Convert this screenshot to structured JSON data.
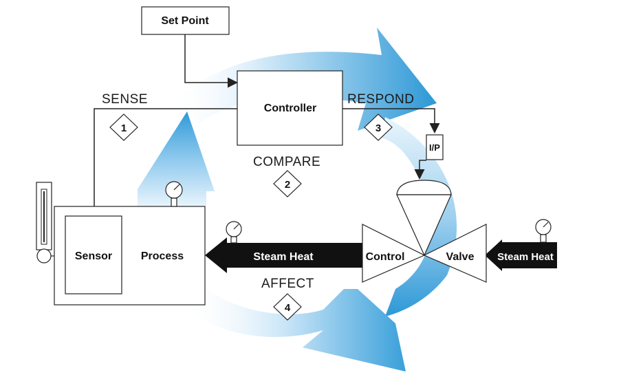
{
  "labels": {
    "set_point": "Set Point",
    "controller": "Controller",
    "sense": "SENSE",
    "respond": "RESPOND",
    "compare": "COMPARE",
    "affect": "AFFECT",
    "ip": "I/P",
    "sensor": "Sensor",
    "process": "Process",
    "steam_heat_left": "Steam Heat",
    "steam_heat_right": "Steam Heat",
    "control": "Control",
    "valve": "Valve"
  },
  "steps": [
    "1",
    "2",
    "3",
    "4"
  ],
  "colors": {
    "loop_light": "#d6ecfa",
    "loop_dark": "#2f9ad8",
    "line": "#222222",
    "steam_arrow": "#111111"
  }
}
